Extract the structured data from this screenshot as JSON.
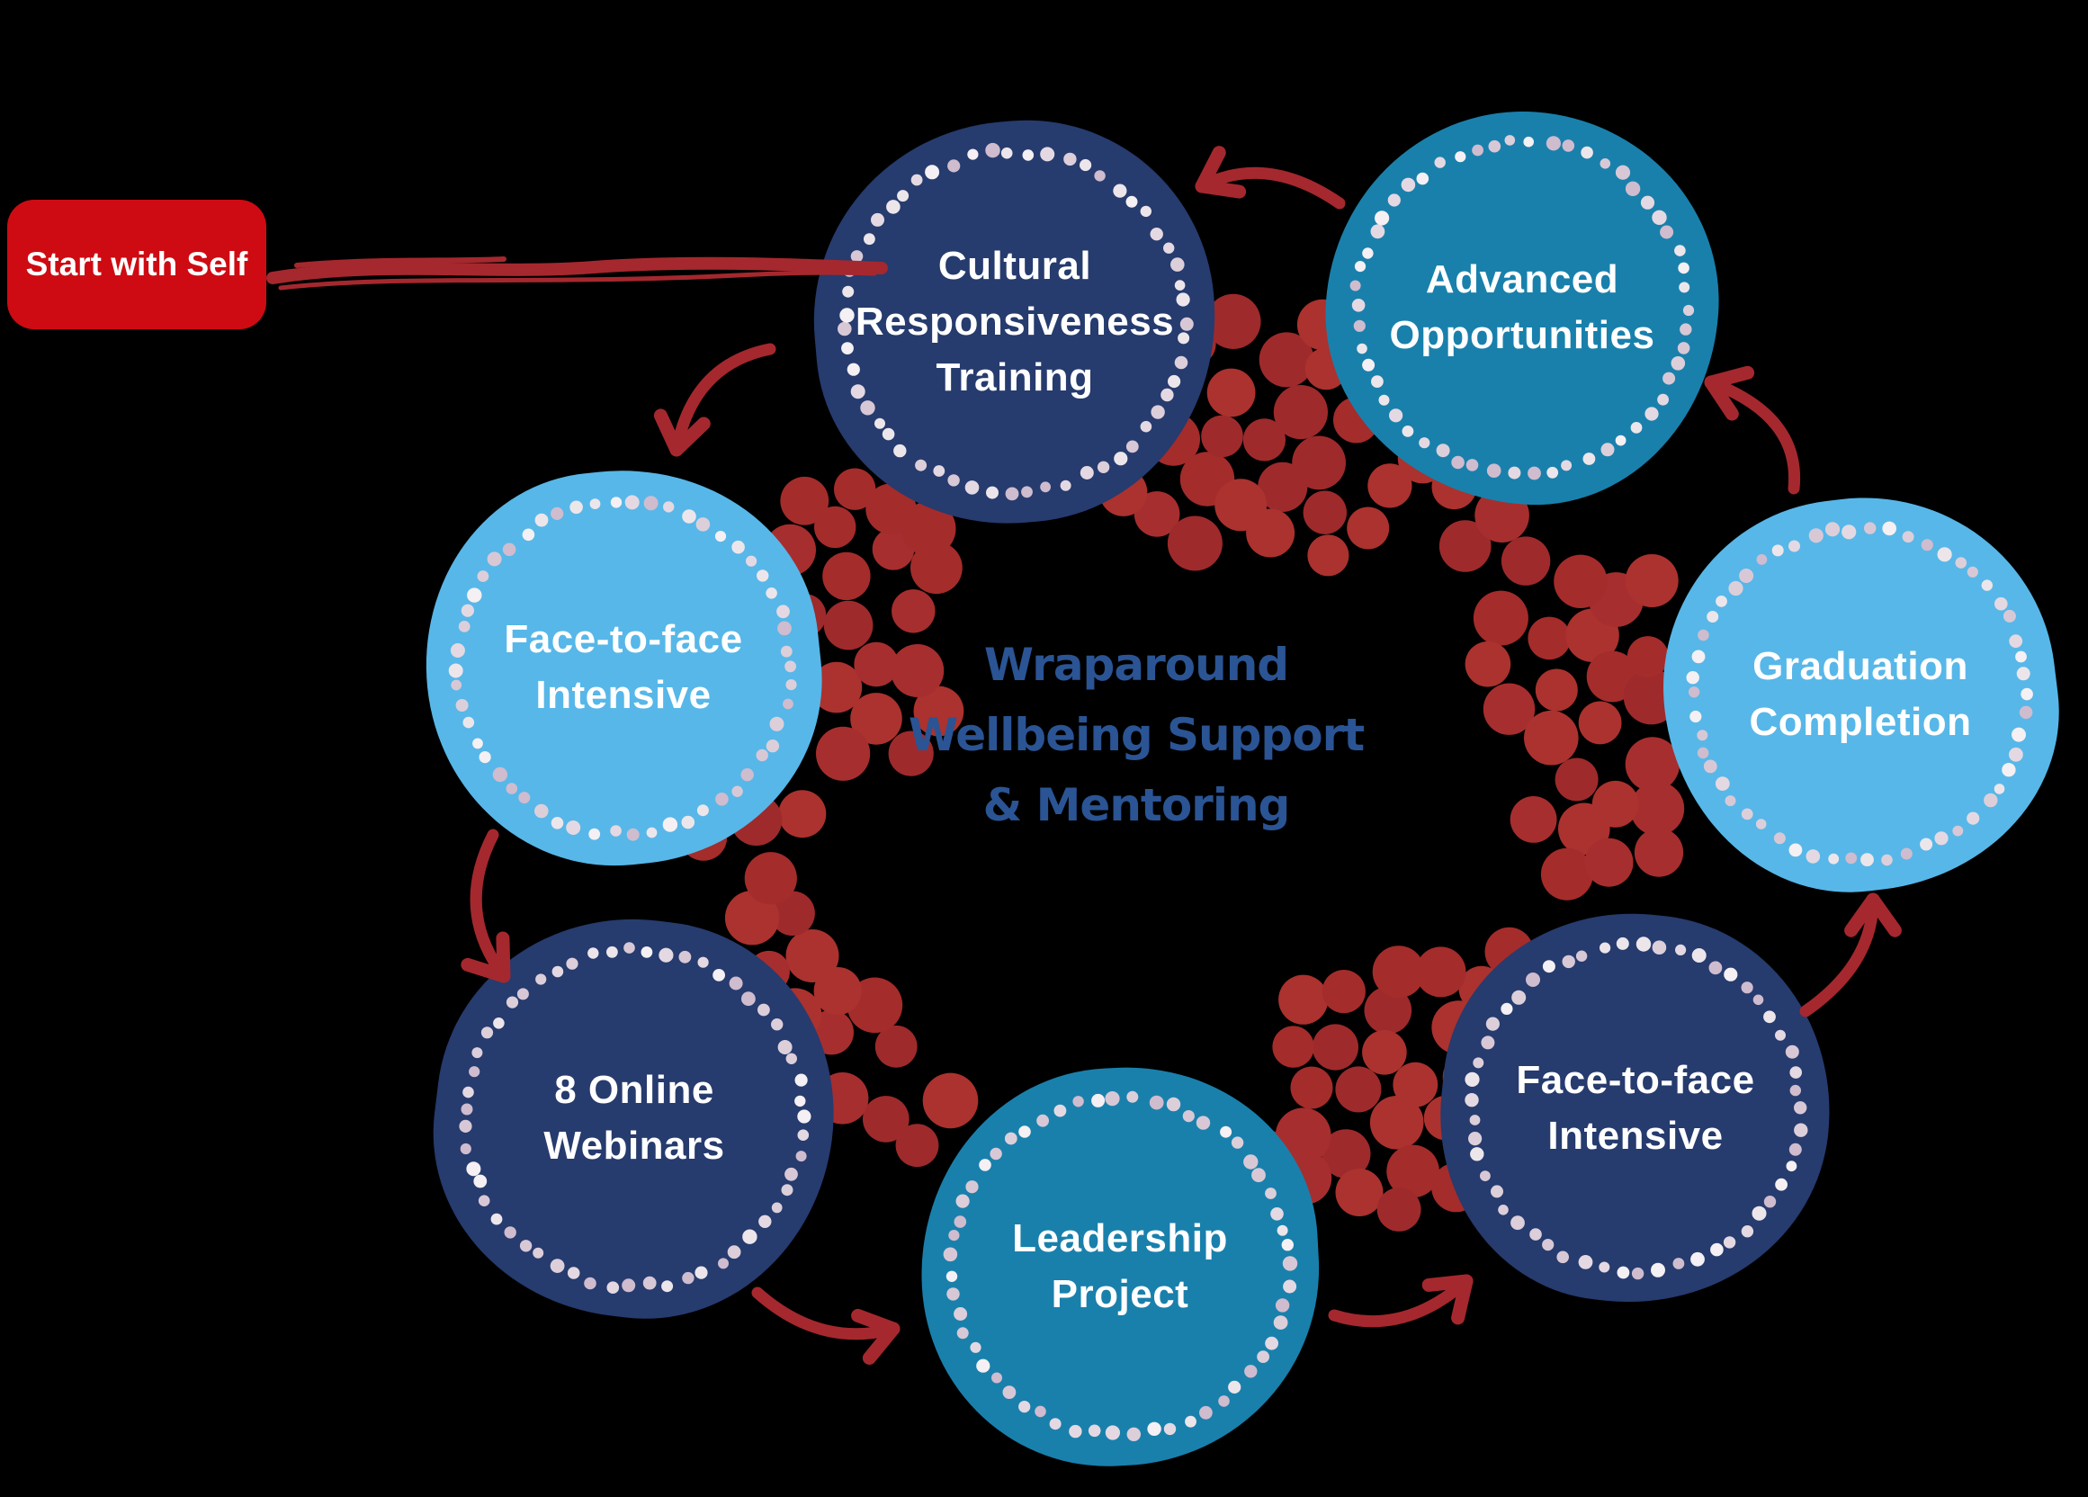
{
  "center_title": {
    "lines": [
      "Wraparound",
      "Wellbeing Support",
      "& Mentoring"
    ]
  },
  "start_badge": {
    "label": "Start with Self"
  },
  "nodes": [
    {
      "id": "cultural-responsiveness-training",
      "lines": [
        "Cultural",
        "Responsiveness",
        "Training"
      ],
      "color_key": "navy"
    },
    {
      "id": "advanced-opportunities",
      "lines": [
        "Advanced",
        "Opportunities"
      ],
      "color_key": "teal"
    },
    {
      "id": "graduation-completion",
      "lines": [
        "Graduation",
        "Completion"
      ],
      "color_key": "light_blue"
    },
    {
      "id": "face-to-face-intensive-right",
      "lines": [
        "Face-to-face",
        "Intensive"
      ],
      "color_key": "navy"
    },
    {
      "id": "leadership-project",
      "lines": [
        "Leadership",
        "Project"
      ],
      "color_key": "teal"
    },
    {
      "id": "eight-online-webinars",
      "lines": [
        "8 Online",
        "Webinars"
      ],
      "color_key": "navy"
    },
    {
      "id": "face-to-face-intensive-left",
      "lines": [
        "Face-to-face",
        "Intensive"
      ],
      "color_key": "light_blue"
    }
  ],
  "flow": {
    "direction": "counter-clockwise",
    "arrows": [
      {
        "from": "advanced-opportunities",
        "to": "cultural-responsiveness-training"
      },
      {
        "from": "cultural-responsiveness-training",
        "to": "face-to-face-intensive-left"
      },
      {
        "from": "face-to-face-intensive-left",
        "to": "eight-online-webinars"
      },
      {
        "from": "eight-online-webinars",
        "to": "leadership-project"
      },
      {
        "from": "leadership-project",
        "to": "face-to-face-intensive-right"
      },
      {
        "from": "face-to-face-intensive-right",
        "to": "graduation-completion"
      },
      {
        "from": "graduation-completion",
        "to": "advanced-opportunities"
      }
    ]
  },
  "palette": {
    "background": "#000000",
    "navy": "#263B6E",
    "teal": "#1980AC",
    "light_blue": "#57B7E8",
    "node_text": "#FFFFFF",
    "center_text": "#2A5494",
    "brick_red": "#A5282E",
    "bright_red": "#CE0B12",
    "pearl_dot": "#EAE3E9"
  }
}
